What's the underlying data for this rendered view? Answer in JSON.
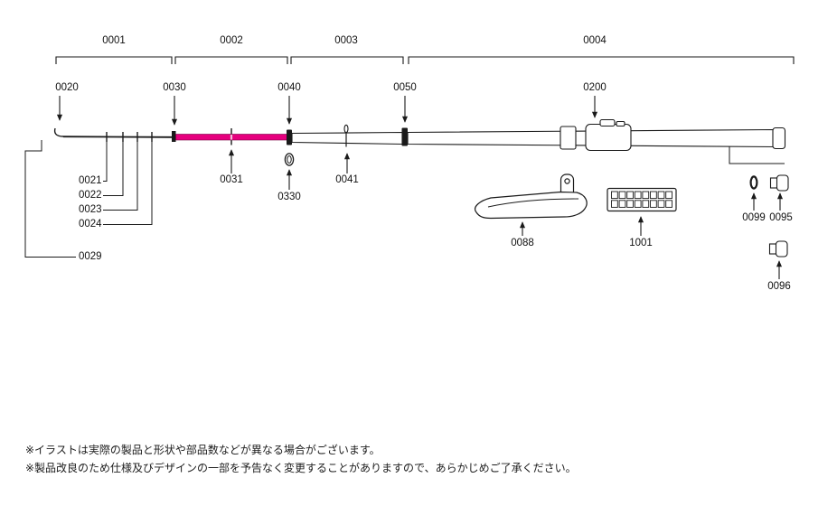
{
  "title": "rod-parts-diagram",
  "colors": {
    "highlight": "#e6007e",
    "line": "#1a1a1a"
  },
  "labels": {
    "s0001": "0001",
    "s0002": "0002",
    "s0003": "0003",
    "s0004": "0004",
    "p0020": "0020",
    "p0030": "0030",
    "p0040": "0040",
    "p0050": "0050",
    "p0200": "0200",
    "p0021": "0021",
    "p0022": "0022",
    "p0023": "0023",
    "p0024": "0024",
    "p0029": "0029",
    "p0031": "0031",
    "p0330": "0330",
    "p0041": "0041",
    "p0088": "0088",
    "p1001": "1001",
    "p0099": "0099",
    "p0095": "0095",
    "p0096": "0096"
  },
  "notes": {
    "line1": "※イラストは実際の製品と形状や部品数などが異なる場合がございます。",
    "line2": "※製品改良のため仕様及びデザインの一部を予告なく変更することがありますので、あらかじめご了承ください。"
  }
}
